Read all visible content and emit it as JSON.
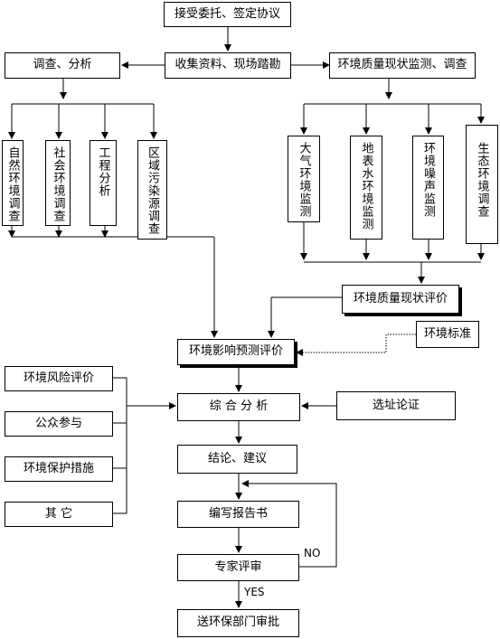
{
  "nodes": {
    "start": "接受委托、签定协议",
    "collect": "收集资料、现场踏勘",
    "survey": "调查、分析",
    "monitor": "环境质量现状监测、调查",
    "natural": "自然环境调查",
    "social": "社会环境调查",
    "engineering": "工程分析",
    "pollution": "区域污染源调查",
    "air": "大气环境监测",
    "surfacewater": "地表水环境监测",
    "noise": "环境噪声监测",
    "ecology": "生态环境调查",
    "assessment": "环境质量现状评价",
    "standard": "环境标准",
    "prediction": "环境影响预测评价",
    "risk": "环境风险评价",
    "public": "公众参与",
    "protection": "环境保护措施",
    "other": "其 它",
    "synthesis": "综 合 分 析",
    "site": "选址论证",
    "conclusion": "结论、建议",
    "report": "编写报告书",
    "review": "专家评审",
    "approval": "送环保部门审批"
  },
  "edge_labels": {
    "no": "NO",
    "yes": "YES"
  }
}
